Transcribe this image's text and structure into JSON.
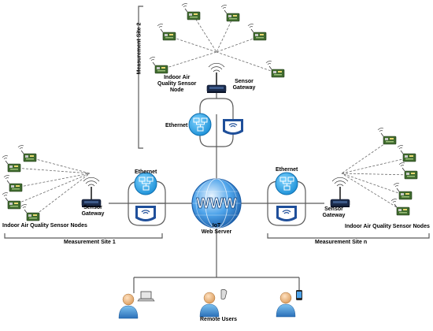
{
  "labels": {
    "site2_title": "Measurement Site 2",
    "site1_title": "Measurement Site 1",
    "siten_title": "Measurement Site n",
    "sensor_gateway": "Sensor Gateway",
    "sensor_gateway_line1": "Sensor",
    "sensor_gateway_line2": "Gateway",
    "node_single_line1": "Indoor Air",
    "node_single_line2": "Quality Sensor",
    "node_single_line3": "Node",
    "node_plural": "Indoor Air Quality Sensor Nodes",
    "ethernet": "Ethernet",
    "wifi": "WiFi",
    "www": "WWW",
    "iot_line1": "IoT",
    "iot_line2": "Web Server",
    "remote_users": "Remote Users"
  },
  "colors": {
    "line": "#5a5a5a",
    "dash": "#6a6a6a",
    "globe": "#2f7fd0",
    "globe_dark": "#1c5ea8",
    "ethernet_circle": "#2ea8e8",
    "wifi_dark": "#1f4f9a",
    "gateway": "#1a2a4a",
    "sensor_board": "#4d7a3a"
  }
}
